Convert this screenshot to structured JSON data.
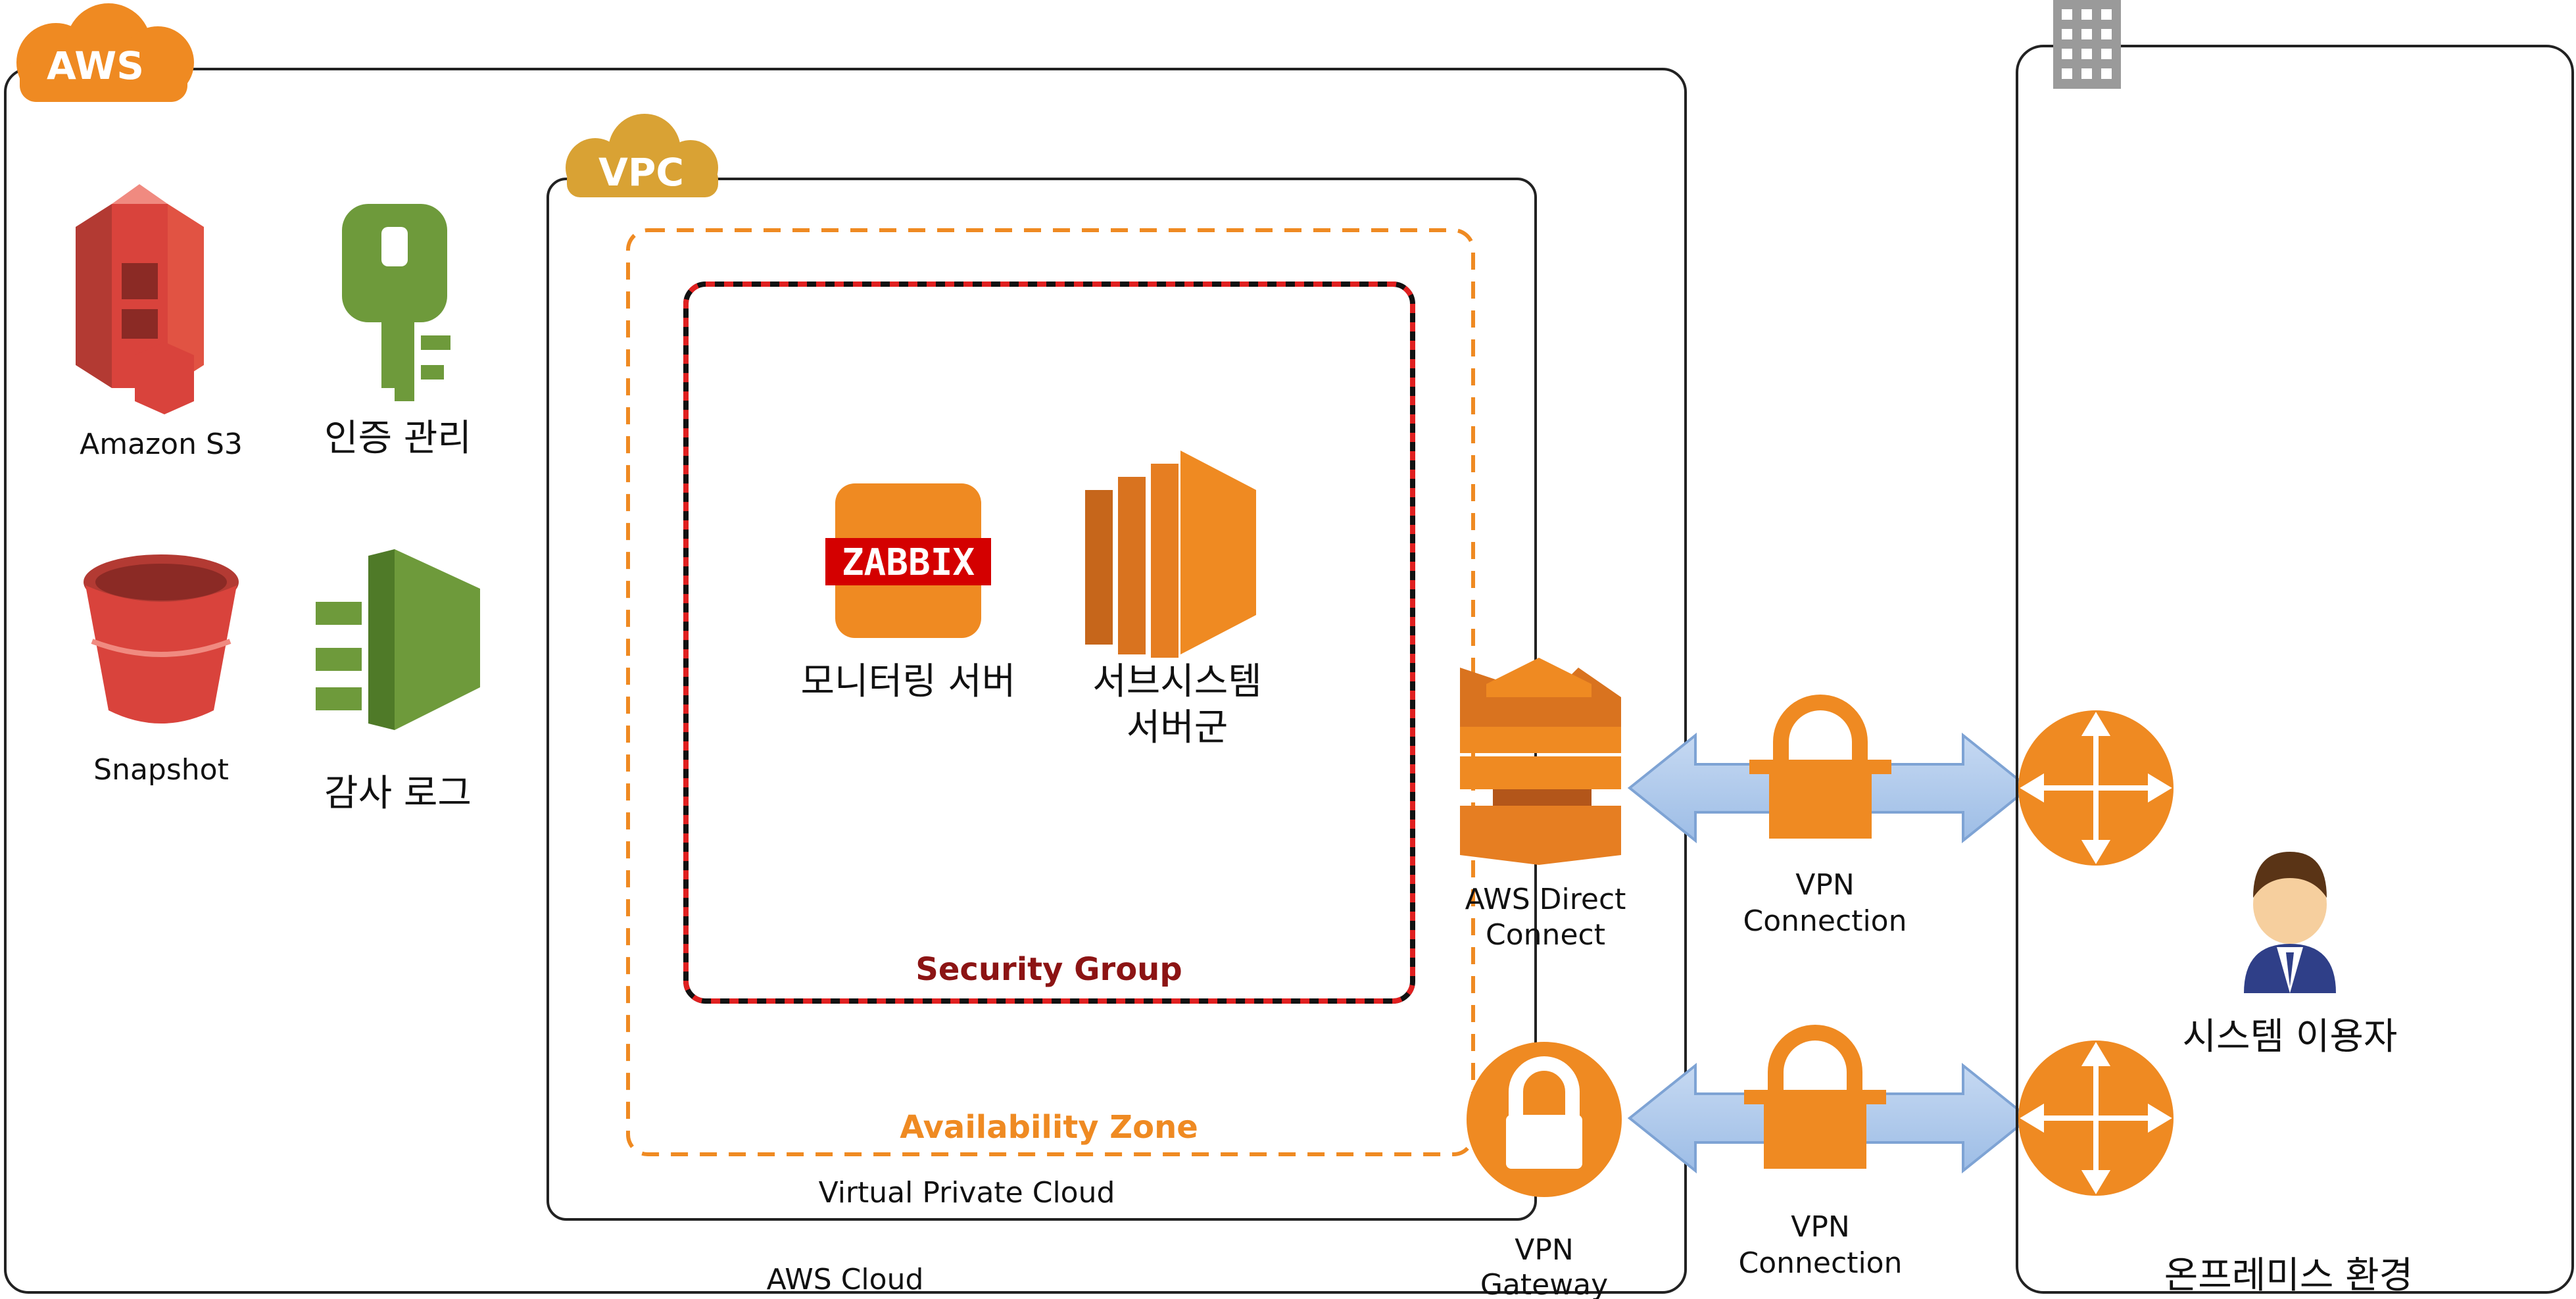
{
  "aws_cloud": {
    "badge": "AWS",
    "label": "AWS Cloud"
  },
  "vpc": {
    "badge": "VPC",
    "label": "Virtual Private Cloud"
  },
  "availability_zone": {
    "label": "Availability Zone"
  },
  "security_group": {
    "label": "Security Group"
  },
  "services": {
    "s3": "Amazon S3",
    "iam": "인증 관리",
    "snapshot": "Snapshot",
    "audit": "감사 로그"
  },
  "servers": {
    "zabbix_logo": "ZABBIX",
    "monitoring": "모니터링 서버",
    "subsystem_line1": "서브시스템",
    "subsystem_line2": "서버군"
  },
  "gateways": {
    "direct_connect_line1": "AWS Direct",
    "direct_connect_line2": "Connect",
    "vpn_gateway_line1": "VPN",
    "vpn_gateway_line2": "Gateway"
  },
  "connections": {
    "vpn1_line1": "VPN",
    "vpn1_line2": "Connection",
    "vpn2_line1": "VPN",
    "vpn2_line2": "Connection"
  },
  "onprem": {
    "user": "시스템 이용자",
    "label": "온프레미스 환경"
  },
  "colors": {
    "aws_orange": "#ef8a22",
    "vpc_gold": "#d9a234",
    "s3_red": "#d9433c",
    "iam_green": "#6e9a3b",
    "arrow_blue": "#a7c4ea",
    "security_red": "#c62828",
    "zabbix_red": "#d40000"
  }
}
